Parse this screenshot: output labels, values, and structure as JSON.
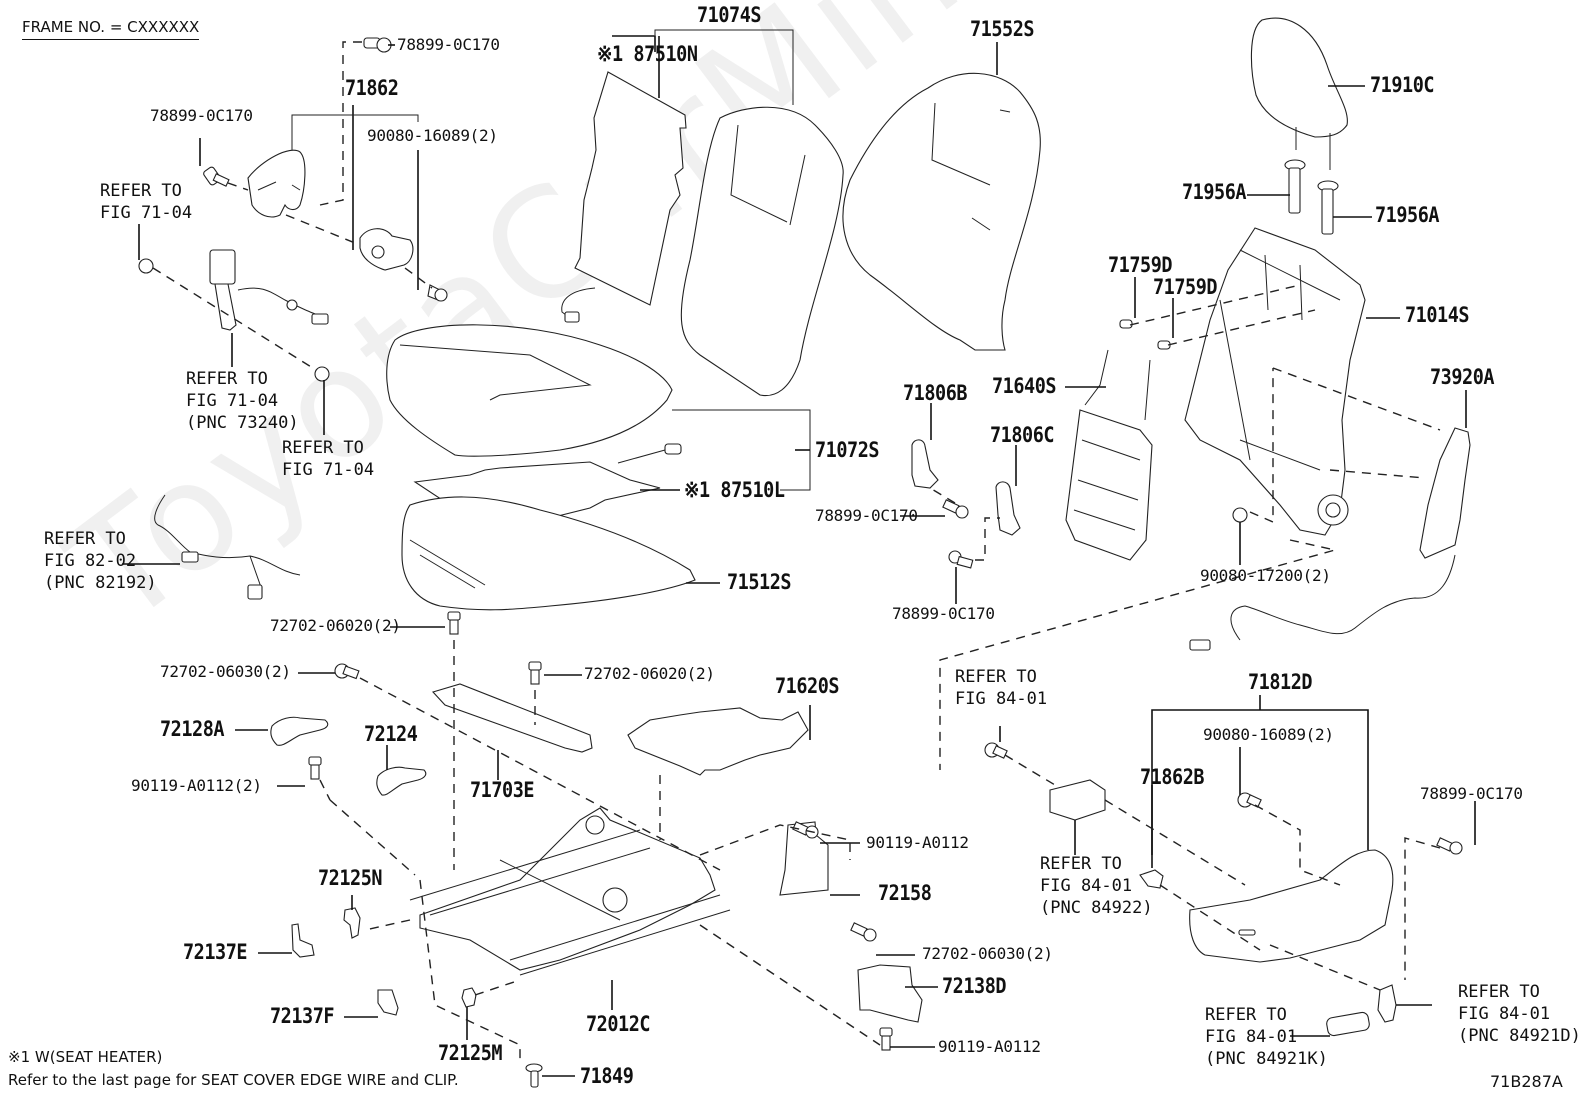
{
  "header": {
    "frame_no": "FRAME NO. = CXXXXXX"
  },
  "watermark": "ToyotaCarMine.ru",
  "figure_id": "71B287A",
  "notes": {
    "footnote_1": "※1 W(SEAT HEATER)",
    "footnote_2": "Refer to the last page for SEAT COVER EDGE WIRE and CLIP."
  },
  "parts": {
    "p78899_top": "78899-0C170",
    "p71862": "71862",
    "p78899_left": "78899-0C170",
    "p90080_16089_top": "90080-16089(2)",
    "p71074S": "71074S",
    "p87510N": "※1 87510N",
    "p71552S": "71552S",
    "p71910C": "71910C",
    "p71956A_1": "71956A",
    "p71956A_2": "71956A",
    "p71759D_1": "71759D",
    "p71759D_2": "71759D",
    "p71014S": "71014S",
    "p71640S": "71640S",
    "p73920A": "73920A",
    "p71806B": "71806B",
    "p71806C": "71806C",
    "p78899_mid": "78899-0C170",
    "p78899_mid2": "78899-0C170",
    "p71072S": "71072S",
    "p87510L": "※1 87510L",
    "p71512S": "71512S",
    "p90080_17200": "90080-17200(2)",
    "p72702_06020_a": "72702-06020(2)",
    "p72702_06030_a": "72702-06030(2)",
    "p72702_06020_b": "72702-06020(2)",
    "p71620S": "71620S",
    "p72128A": "72128A",
    "p72124": "72124",
    "p90119_A0112_2": "90119-A0112(2)",
    "p71703E": "71703E",
    "p90119_A0112_a": "90119-A0112",
    "p72158": "72158",
    "p72125N": "72125N",
    "p72137E": "72137E",
    "p72137F": "72137F",
    "p72125M": "72125M",
    "p72012C": "72012C",
    "p71849": "71849",
    "p72702_06030_b": "72702-06030(2)",
    "p72138D": "72138D",
    "p90119_A0112_b": "90119-A0112",
    "p71812D": "71812D",
    "p90080_16089_right": "90080-16089(2)",
    "p71862B": "71862B",
    "p78899_right": "78899-0C170"
  },
  "references": {
    "ref_fig71_04_a": "REFER TO\nFIG 71-04",
    "ref_fig71_04_pnc73240": "REFER TO\nFIG 71-04\n(PNC 73240)",
    "ref_fig71_04_b": "REFER TO\nFIG 71-04",
    "ref_fig82_02": "REFER TO\nFIG 82-02\n(PNC 82192)",
    "ref_fig84_01_a": "REFER TO\nFIG 84-01",
    "ref_fig84_01_pnc84922": "REFER TO\nFIG 84-01\n(PNC 84922)",
    "ref_fig84_01_pnc84921K": "REFER TO\nFIG 84-01\n(PNC 84921K)",
    "ref_fig84_01_pnc84921D": "REFER TO\nFIG 84-01\n(PNC 84921D)"
  }
}
